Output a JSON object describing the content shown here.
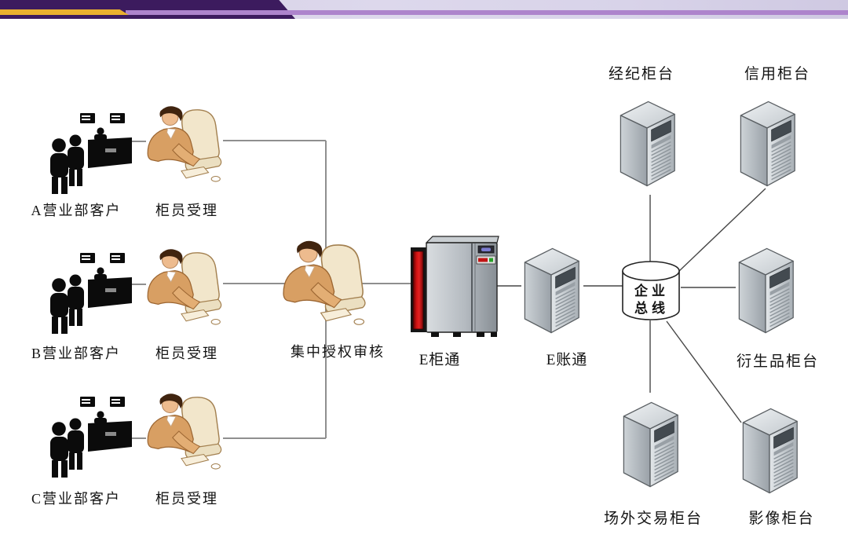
{
  "accent_bar": {
    "dark_color": "#3c1b5e",
    "yellow_color": "#e9b02e",
    "stripe_color": "#a87fc9"
  },
  "branches": [
    {
      "customer_label": "A营业部客户",
      "teller_label": "柜员受理"
    },
    {
      "customer_label": "B营业部客户",
      "teller_label": "柜员受理"
    },
    {
      "customer_label": "C营业部客户",
      "teller_label": "柜员受理"
    }
  ],
  "core": {
    "authorizer_label": "集中授权审核",
    "counter_gateway_label": "E柜通",
    "account_gateway_label": "E账通",
    "bus_label_line1": "企业",
    "bus_label_line2": "总线"
  },
  "counters": [
    {
      "label": "经纪柜台"
    },
    {
      "label": "信用柜台"
    },
    {
      "label": "衍生品柜台"
    },
    {
      "label": "场外交易柜台"
    },
    {
      "label": "影像柜台"
    }
  ]
}
